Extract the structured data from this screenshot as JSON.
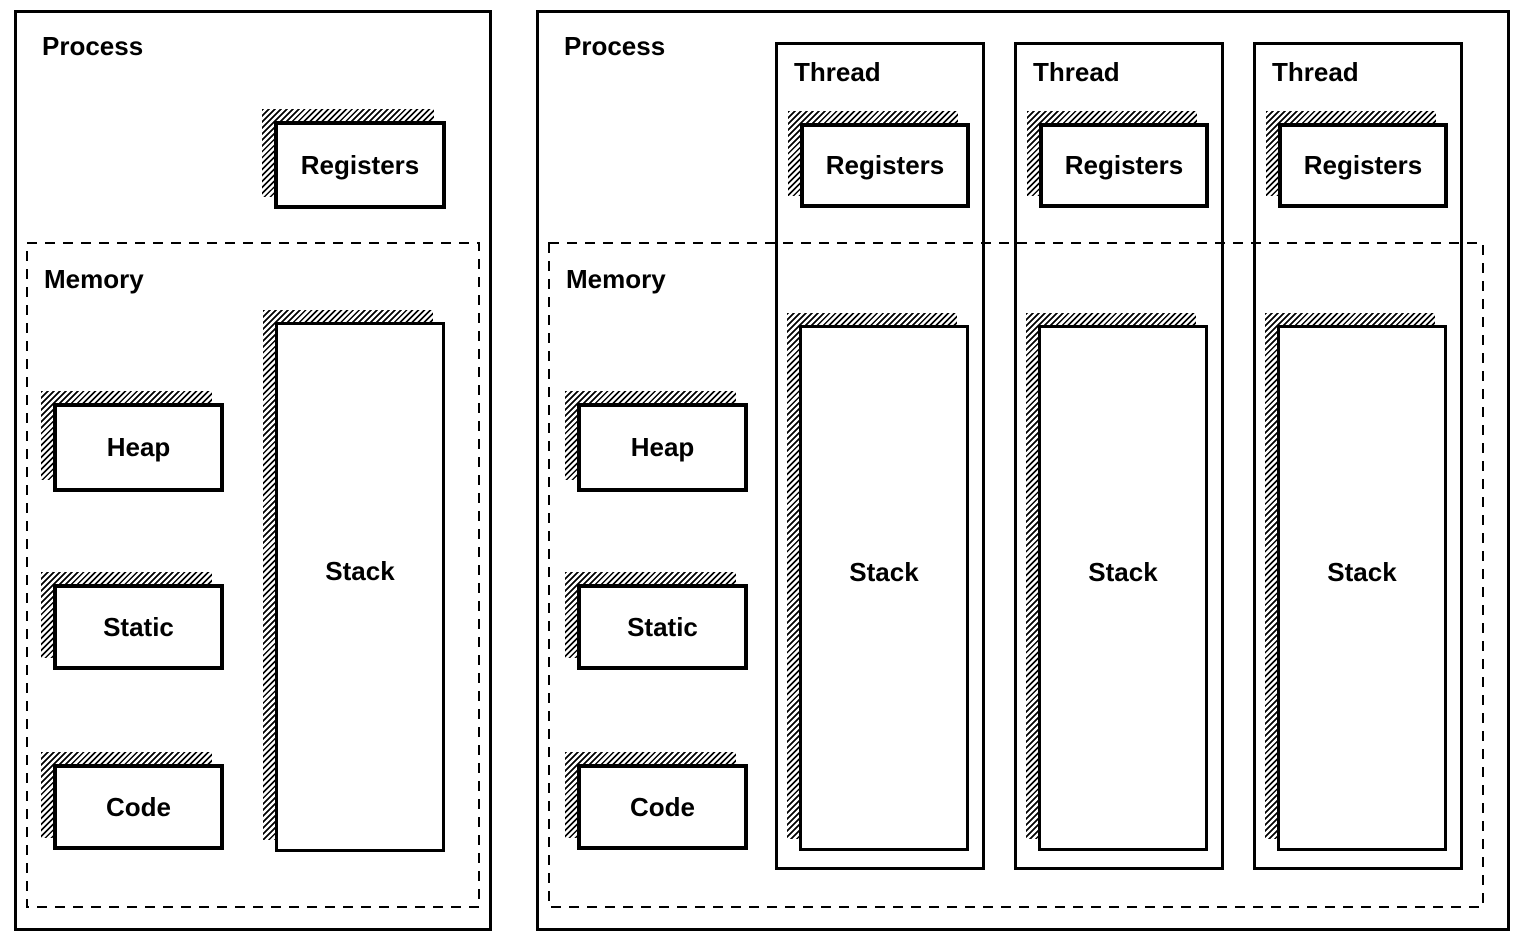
{
  "colors": {
    "line": "#000000",
    "background": "#ffffff"
  },
  "left_process": {
    "title": "Process",
    "registers_label": "Registers",
    "memory": {
      "title": "Memory",
      "heap_label": "Heap",
      "static_label": "Static",
      "code_label": "Code",
      "stack_label": "Stack"
    }
  },
  "right_process": {
    "title": "Process",
    "memory": {
      "title": "Memory",
      "heap_label": "Heap",
      "static_label": "Static",
      "code_label": "Code"
    },
    "threads": [
      {
        "title": "Thread",
        "registers_label": "Registers",
        "stack_label": "Stack"
      },
      {
        "title": "Thread",
        "registers_label": "Registers",
        "stack_label": "Stack"
      },
      {
        "title": "Thread",
        "registers_label": "Registers",
        "stack_label": "Stack"
      }
    ]
  }
}
